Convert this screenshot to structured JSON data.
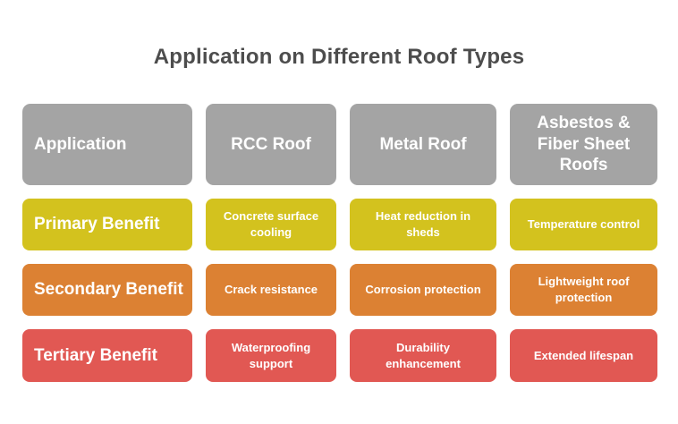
{
  "title": "Application on Different Roof Types",
  "colors": {
    "background": "#ffffff",
    "title_text": "#4d4d4d",
    "cell_text": "#ffffff",
    "header_gray": "#a4a4a4",
    "primary_yellow": "#d3c21e",
    "secondary_orange": "#dc8133",
    "tertiary_red": "#e15853"
  },
  "chart_data": {
    "type": "table",
    "title": "Application on Different Roof Types",
    "columns": [
      "Application",
      "RCC Roof",
      "Metal Roof",
      "Asbestos & Fiber Sheet Roofs"
    ],
    "rows": [
      [
        "Primary Benefit",
        "Concrete surface cooling",
        "Heat reduction in sheds",
        "Temperature control"
      ],
      [
        "Secondary Benefit",
        "Crack resistance",
        "Corrosion protection",
        "Lightweight roof protection"
      ],
      [
        "Tertiary Benefit",
        "Waterproofing support",
        "Durability enhancement",
        "Extended lifespan"
      ]
    ],
    "row_band_colors": [
      "#a4a4a4",
      "#d3c21e",
      "#dc8133",
      "#e15853"
    ],
    "layout": "matrix of rounded rectangles, header row gray, benefit rows colored, white gaps between cells"
  }
}
